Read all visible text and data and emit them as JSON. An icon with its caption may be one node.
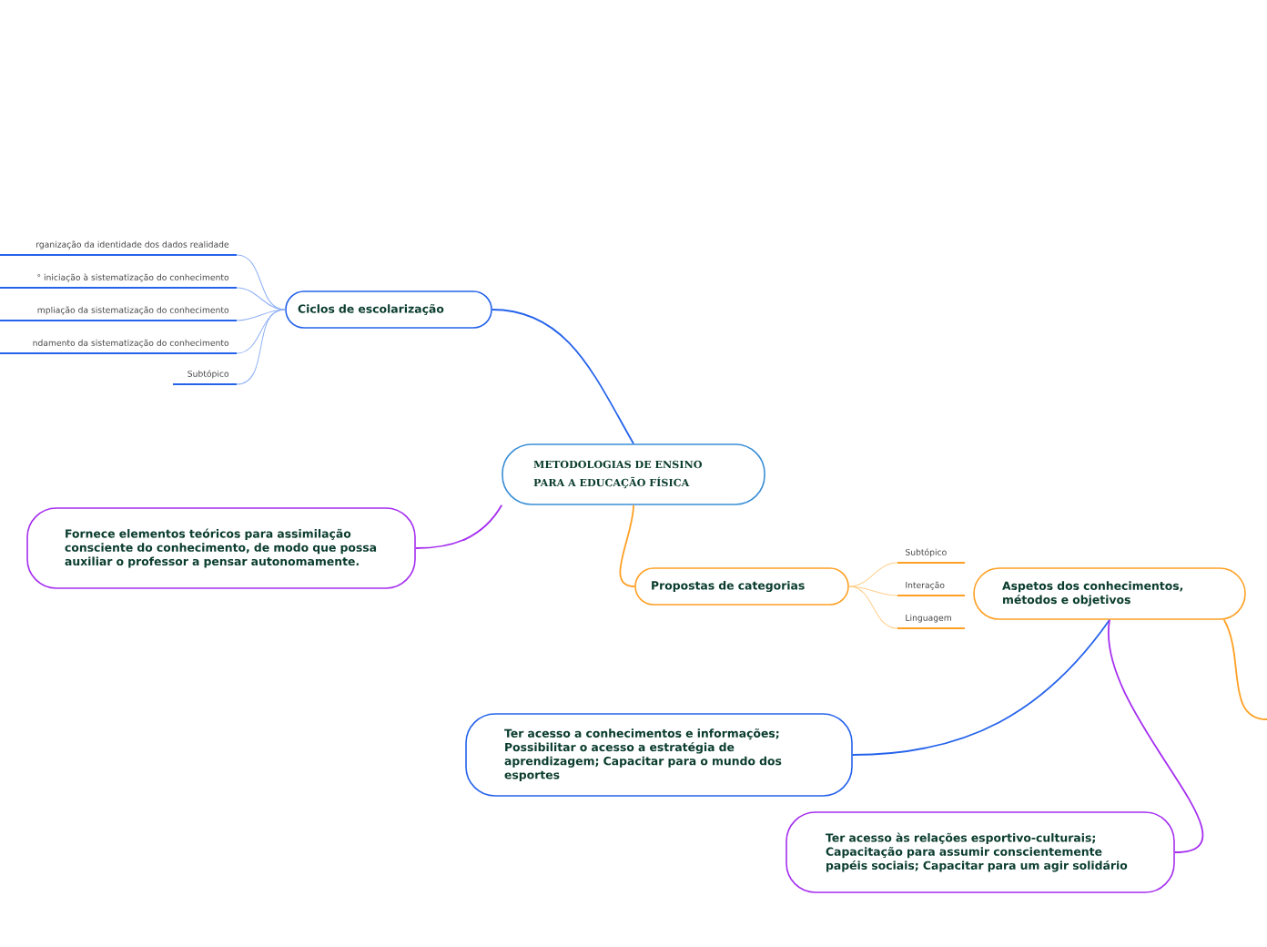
{
  "diagram": {
    "nodes": [
      {
        "text": [
          "METODOLOGIAS DE ENSINO PARA A EDUCAÇÃO FÍSICA"
        ]
      },
      {
        "text": [
          "Ciclos de escolarização"
        ]
      },
      {
        "text": [
          "rganização da identidade dos dados realidade"
        ]
      },
      {
        "text": [
          "° iniciação à sistematização do conhecimento"
        ]
      },
      {
        "text": [
          "mpliação da sistematização do conhecimento"
        ]
      },
      {
        "text": [
          "ndamento da sistematização do conhecimento"
        ]
      },
      {
        "text": [
          "Subtópico"
        ]
      },
      {
        "text": [
          "Fornece elementos teóricos para assimilação consciente do conhecimento, de modo que possa auxiliar o professor a pensar autonomamente."
        ]
      },
      {
        "text": [
          "Propostas de categorias"
        ]
      },
      {
        "text": [
          "Subtópico"
        ]
      },
      {
        "text": [
          "Interação"
        ]
      },
      {
        "text": [
          "Linguagem"
        ]
      },
      {
        "text": [
          "Aspetos dos conhecimentos, métodos e objetivos"
        ]
      },
      {
        "text": [
          "Ter acesso a conhecimentos e informações; Possibilitar o acesso a estratégia de aprendizagem; Capacitar para o mundo dos esportes"
        ]
      },
      {
        "text": [
          "Ter acesso às relações esportivo-culturais; Capacitação para assumir conscientemente papéis sociais; Capacitar para um agir solidário"
        ]
      }
    ],
    "edges": [
      {
        "from": 0,
        "to": 1,
        "arrow": "none",
        "color": "#2563eb"
      },
      {
        "from": 1,
        "to": 2,
        "arrow": "none",
        "color": "#8fb0f5"
      },
      {
        "from": 1,
        "to": 3,
        "arrow": "none",
        "color": "#8fb0f5"
      },
      {
        "from": 1,
        "to": 4,
        "arrow": "none",
        "color": "#8fb0f5"
      },
      {
        "from": 1,
        "to": 5,
        "arrow": "none",
        "color": "#8fb0f5"
      },
      {
        "from": 1,
        "to": 6,
        "arrow": "none",
        "color": "#8fb0f5"
      },
      {
        "from": 0,
        "to": 7,
        "arrow": "none",
        "color": "#a52ef0"
      },
      {
        "from": 0,
        "to": 8,
        "arrow": "none",
        "color": "#ffa024"
      },
      {
        "from": 8,
        "to": 9,
        "arrow": "none",
        "color": "#ffcf8a"
      },
      {
        "from": 8,
        "to": 10,
        "arrow": "none",
        "color": "#ffcf8a"
      },
      {
        "from": 8,
        "to": 11,
        "arrow": "none",
        "color": "#ffcf8a"
      },
      {
        "from": 12,
        "to": 13,
        "arrow": "none",
        "color": "#2563eb"
      },
      {
        "from": 12,
        "to": 14,
        "arrow": "none",
        "color": "#a52ef0"
      },
      {
        "from": 12,
        "to": null,
        "arrow": "none",
        "color": "#ffa024"
      }
    ]
  }
}
